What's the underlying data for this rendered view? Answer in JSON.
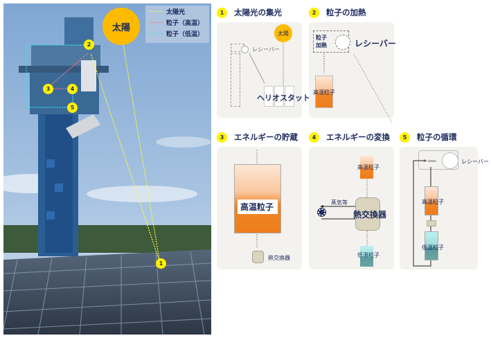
{
  "photo": {
    "legend": [
      {
        "label": "太陽光",
        "color": "#ffff33"
      },
      {
        "label": "粒子（高温）",
        "color": "#ff7777"
      },
      {
        "label": "粒子（低温）",
        "color": "#33e6ee"
      }
    ],
    "sun_label": "太陽",
    "markers": [
      "1",
      "2",
      "3",
      "4",
      "5"
    ]
  },
  "steps": [
    {
      "num": "1",
      "title": "太陽光の集光",
      "sun": "太陽",
      "receiver": "レシーバー",
      "heliostat": "ヘリオスタット"
    },
    {
      "num": "2",
      "title": "粒子の加熱",
      "heating": "粒子\n加熱",
      "heating_lines": [
        "粒子",
        "加熱"
      ],
      "receiver": "レシーバー",
      "hot": "高温粒子"
    },
    {
      "num": "3",
      "title": "エネルギーの貯蔵",
      "hot": "高温粒子",
      "hx": "熱交換器"
    },
    {
      "num": "4",
      "title": "エネルギーの変換",
      "hot": "高温粒子",
      "steam": "蒸気等",
      "hx": "熱交換器",
      "cold": "低温粒子"
    },
    {
      "num": "5",
      "title": "粒子の循環",
      "receiver": "レシーバー",
      "hot": "高温粒子",
      "cold": "低温粒子"
    }
  ],
  "colors": {
    "accent": "#fff100",
    "sun": "#fdbb00",
    "navy": "#1d2a5c",
    "hot": "#ee7d1c",
    "cold": "#9ddcdc"
  }
}
